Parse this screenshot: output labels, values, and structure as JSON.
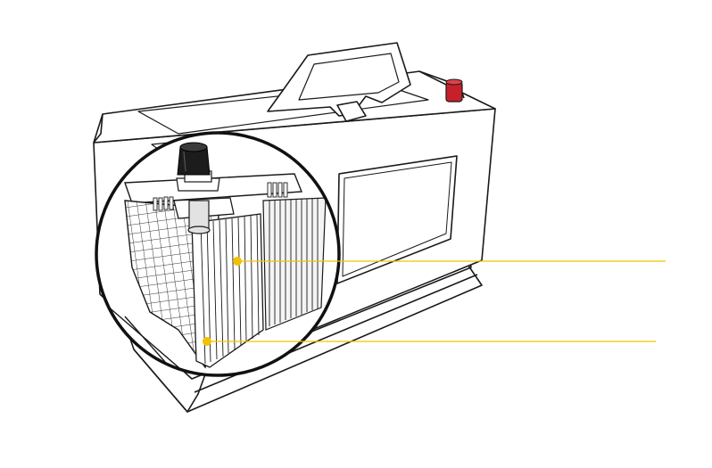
{
  "diagram": {
    "subject": "car-battery-cutaway",
    "callouts": [
      {
        "id": "plates",
        "label": ""
      },
      {
        "id": "grid",
        "label": ""
      }
    ]
  },
  "colors": {
    "outline": "#1a1a1a",
    "background": "#ffffff",
    "callout": "#f2c200",
    "positive_terminal": "#c8202a",
    "negative_terminal": "#1c1c1c",
    "plate_grey": "#d7d7d7"
  }
}
